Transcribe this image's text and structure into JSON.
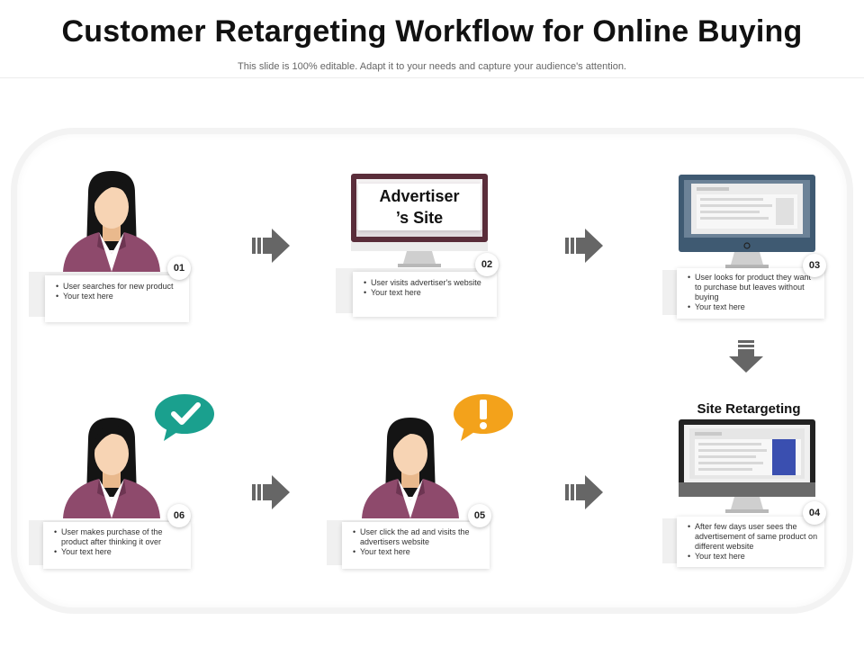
{
  "header": {
    "title": "Customer Retargeting Workflow for Online Buying",
    "subtitle": "This slide is 100% editable. Adapt it to your needs and capture your audience's attention."
  },
  "steps": [
    {
      "number": "01",
      "bullets": [
        "User searches for new product",
        "Your text here"
      ]
    },
    {
      "number": "02",
      "screen_label_1": "Advertiser",
      "screen_label_2": "’s Site",
      "bullets": [
        "User visits advertiser's website",
        "Your text here"
      ]
    },
    {
      "number": "03",
      "bullets": [
        "User looks for product they want to purchase but leaves without buying",
        "Your text here"
      ]
    },
    {
      "number": "04",
      "label": "Site Retargeting",
      "bullets": [
        "After few days user sees the advertisement of same product on different website",
        "Your text here"
      ]
    },
    {
      "number": "05",
      "bullets": [
        "User click the ad and visits the advertisers website",
        "Your text here"
      ]
    },
    {
      "number": "06",
      "bullets": [
        "User makes purchase of the product after thinking it over",
        "Your text here"
      ]
    }
  ],
  "colors": {
    "avatar_jacket": "#8e4a6c",
    "check_bubble": "#1aa08e",
    "alert_bubble": "#f3a21b",
    "arrow": "#666666",
    "monitor_02_frame": "#5a2d3a",
    "monitor_03_frame": "#3f5a72",
    "monitor_04_frame": "#222222",
    "ad_block": "#3a4fb0"
  }
}
